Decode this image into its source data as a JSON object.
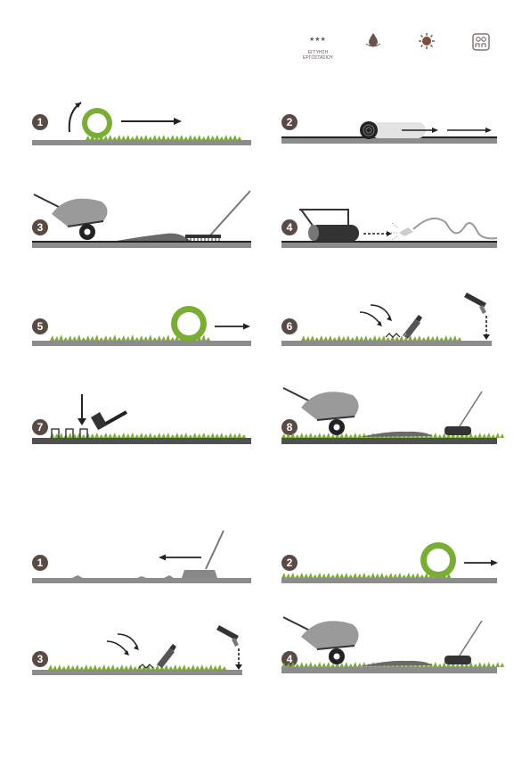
{
  "header": {
    "icons": [
      {
        "name": "three-stars-icon",
        "caption": "ΕΓΓΥΗΣΗ ΕΡΓΟΣΤΑΣΙΟΥ",
        "color": "#6b5450"
      },
      {
        "name": "water-drop-icon",
        "caption": "",
        "color": "#6b5450"
      },
      {
        "name": "sun-icon",
        "caption": "",
        "color": "#7a4e3a"
      },
      {
        "name": "pet-child-icon",
        "caption": "",
        "color": "#6b5450"
      }
    ]
  },
  "colors": {
    "grass": "#7aad33",
    "ground": "#8c8c8c",
    "ground_dark": "#505050",
    "badge": "#5a4a46",
    "tool": "#444444",
    "wheelbarrow": "#9a9a9a"
  },
  "section_install": {
    "steps": [
      {
        "number": "1",
        "scene": "unroll-turf-start",
        "icons": [
          "curved-arrow-icon",
          "turf-roll-icon",
          "right-arrow-icon"
        ]
      },
      {
        "number": "2",
        "scene": "roll-out-base",
        "icons": [
          "roll-icon",
          "right-arrow-icon"
        ]
      },
      {
        "number": "3",
        "scene": "spread-sand-rake",
        "icons": [
          "wheelbarrow-icon",
          "rake-icon"
        ]
      },
      {
        "number": "4",
        "scene": "roller-and-water",
        "icons": [
          "lawn-roller-icon",
          "hose-icon"
        ]
      },
      {
        "number": "5",
        "scene": "roll-out-turf",
        "icons": [
          "turf-roll-icon",
          "right-arrow-icon"
        ]
      },
      {
        "number": "6",
        "scene": "glue-seams",
        "icons": [
          "glue-tube-icon",
          "glue-gun-icon"
        ]
      },
      {
        "number": "7",
        "scene": "nail-pegs",
        "icons": [
          "hammer-icon",
          "peg-icon"
        ]
      },
      {
        "number": "8",
        "scene": "infill-and-brush",
        "icons": [
          "wheelbarrow-icon",
          "brush-icon"
        ]
      }
    ]
  },
  "section_maintenance": {
    "steps": [
      {
        "number": "1",
        "scene": "clear-old-surface",
        "icons": [
          "rake-icon",
          "left-arrow-icon"
        ]
      },
      {
        "number": "2",
        "scene": "roll-out-turf",
        "icons": [
          "turf-roll-icon",
          "right-arrow-icon"
        ]
      },
      {
        "number": "3",
        "scene": "glue-seams",
        "icons": [
          "glue-tube-icon",
          "glue-gun-icon"
        ]
      },
      {
        "number": "4",
        "scene": "infill-and-brush",
        "icons": [
          "wheelbarrow-icon",
          "brush-icon"
        ]
      }
    ]
  }
}
